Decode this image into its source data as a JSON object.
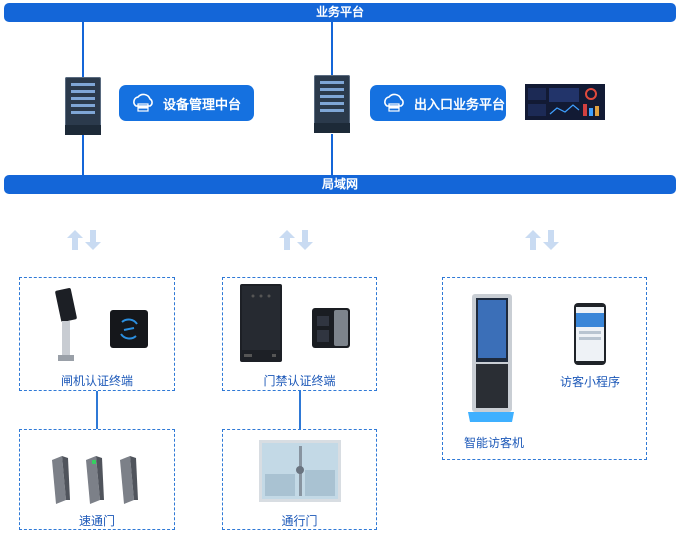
{
  "top_bar": {
    "label": "业务平台"
  },
  "lan_bar": {
    "label": "局域网"
  },
  "platforms": [
    {
      "label": "设备管理中台",
      "icon": "cloud-server-icon"
    },
    {
      "label": "出入口业务平台",
      "icon": "cloud-server-icon"
    }
  ],
  "groups": {
    "gate_terminal": {
      "label": "闸机认证终端"
    },
    "door_terminal": {
      "label": "门禁认证终端"
    },
    "visitor": {
      "kiosk_label": "智能访客机",
      "mini_label": "访客小程序"
    },
    "speed_gate": {
      "label": "速通门"
    },
    "pass_door": {
      "label": "通行门"
    }
  },
  "colors": {
    "primary": "#1466d8",
    "dash": "#2f79d6",
    "label": "#1c58b8",
    "arrow": "#c9dbf2"
  }
}
